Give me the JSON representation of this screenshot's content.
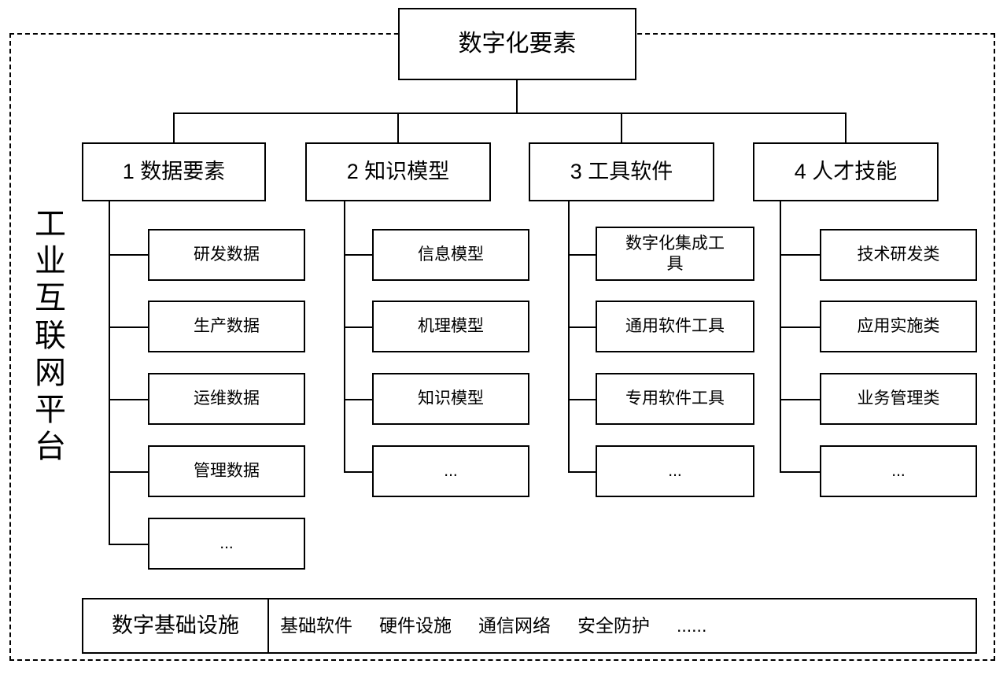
{
  "diagram": {
    "side_title_chars": [
      "工",
      "业",
      "互",
      "联",
      "网",
      "平",
      "台"
    ],
    "root": {
      "label": "数字化要素"
    },
    "branches": [
      {
        "label": "1 数据要素",
        "children": [
          "研发数据",
          "生产数据",
          "运维数据",
          "管理数据",
          "..."
        ]
      },
      {
        "label": "2 知识模型",
        "children": [
          "信息模型",
          "机理模型",
          "知识模型",
          "..."
        ]
      },
      {
        "label": "3 工具软件",
        "children": [
          "数字化集成工具",
          "通用软件工具",
          "专用软件工具",
          "..."
        ]
      },
      {
        "label": "4 人才技能",
        "children": [
          "技术研发类",
          "应用实施类",
          "业务管理类",
          "..."
        ]
      }
    ],
    "infrastructure": {
      "label": "数字基础设施",
      "items": [
        "基础软件",
        "硬件设施",
        "通信网络",
        "安全防护",
        "......"
      ]
    },
    "colors": {
      "stroke": "#000000",
      "background": "#ffffff"
    }
  }
}
